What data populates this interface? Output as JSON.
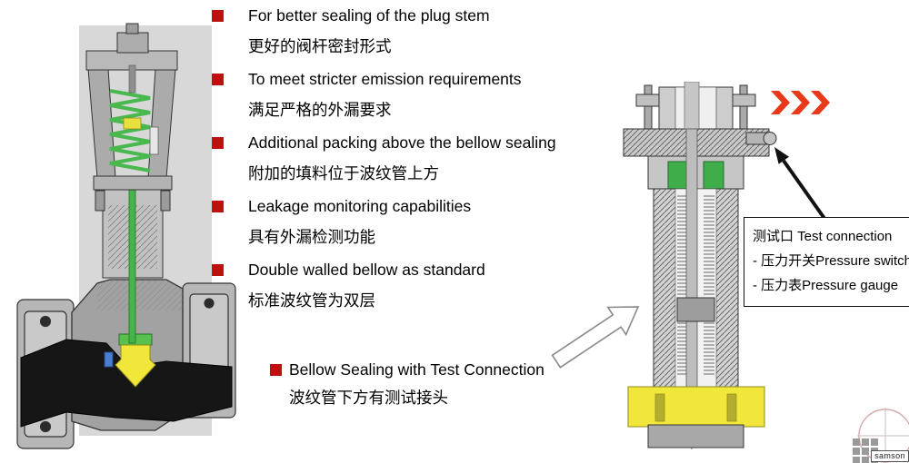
{
  "bullets": [
    {
      "en": "For better sealing of the plug stem",
      "zh": "更好的阀杆密封形式"
    },
    {
      "en": "To meet stricter emission requirements",
      "zh": "满足严格的外漏要求"
    },
    {
      "en": "Additional packing above the bellow sealing",
      "zh": "附加的填料位于波纹管上方"
    },
    {
      "en": "Leakage monitoring capabilities",
      "zh": "具有外漏检测功能"
    },
    {
      "en": "Double walled bellow as standard",
      "zh": "标准波纹管为双层"
    }
  ],
  "callout": {
    "en": "Bellow Sealing with Test Connection",
    "zh": "波纹管下方有测试接头"
  },
  "test_box": {
    "title": "测试口 Test connection",
    "items": [
      "- 压力开关Pressure switch",
      "- 压力表Pressure gauge"
    ]
  },
  "logo": {
    "text": "samson"
  },
  "colors": {
    "bullet_red": "#c00f0f",
    "chevron_red": "#e8391a",
    "seal_green": "#3fae4a",
    "plug_yellow": "#f1e73b"
  }
}
